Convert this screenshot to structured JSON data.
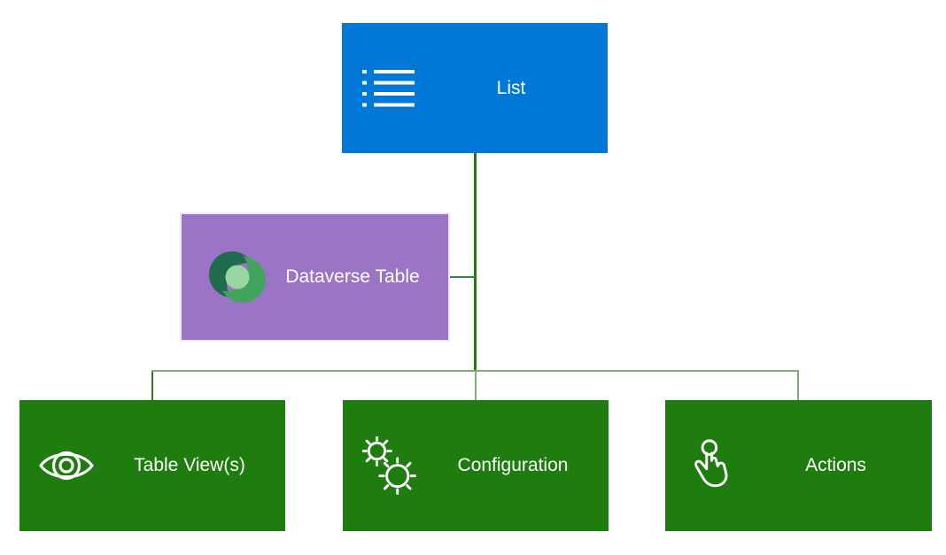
{
  "nodes": {
    "list": {
      "label": "List",
      "fill": "#0078D7",
      "icon": "list-icon"
    },
    "dataverse_table": {
      "label": "Dataverse Table",
      "fill": "#9B74C6",
      "icon": "dataverse-icon"
    },
    "table_views": {
      "label": "Table View(s)",
      "fill": "#1F7C0F",
      "icon": "eye-icon"
    },
    "configuration": {
      "label": "Configuration",
      "fill": "#1F7C0F",
      "icon": "gears-icon"
    },
    "actions": {
      "label": "Actions",
      "fill": "#1F7C0F",
      "icon": "tap-icon"
    }
  },
  "edges": [
    {
      "from": "list",
      "to": "table_views"
    },
    {
      "from": "list",
      "to": "configuration"
    },
    {
      "from": "list",
      "to": "actions"
    },
    {
      "from": "dataverse_table",
      "to": "list"
    }
  ],
  "connectors": {
    "trunk": "#237A0E",
    "branch": "#76B176",
    "link": "#2F8B2F",
    "drop_left": "#2F7D17"
  },
  "icon_colors": {
    "glyph": "#FFFFFF",
    "dataverse_dark": "#1E6B50",
    "dataverse_mid": "#41A35E",
    "dataverse_light": "#9AD7A0"
  },
  "background": "#FFFFFF"
}
